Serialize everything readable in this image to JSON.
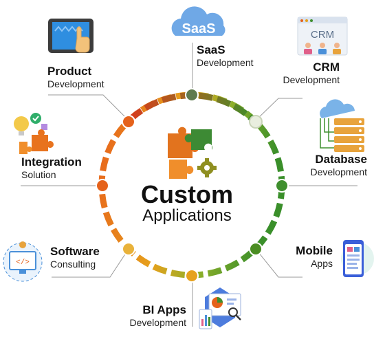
{
  "hub": {
    "title": "Custom",
    "subtitle": "Applications"
  },
  "services": {
    "saas": {
      "title": "SaaS",
      "subtitle": "Development",
      "icon_text": "SaaS"
    },
    "crm": {
      "title": "CRM",
      "subtitle": "Development",
      "icon_text": "CRM"
    },
    "database": {
      "title": "Database",
      "subtitle": "Development"
    },
    "mobile": {
      "title": "Mobile",
      "subtitle": "Apps"
    },
    "bi": {
      "title": "BI Apps",
      "subtitle": "Development"
    },
    "software": {
      "title": "Software",
      "subtitle": "Consulting"
    },
    "integration": {
      "title": "Integration",
      "subtitle": "Solution"
    },
    "product": {
      "title": "Product",
      "subtitle": "Development"
    }
  },
  "icons": [
    "saas-cloud-icon",
    "crm-team-icon",
    "database-server-icon",
    "mobile-phone-icon",
    "bi-dashboard-icon",
    "code-monitor-icon",
    "integration-puzzle-icon",
    "tablet-touch-icon",
    "puzzle-gear-icon"
  ],
  "colors": {
    "ring_orange": "#e8611c",
    "ring_yellow": "#e6a11c",
    "ring_green": "#3a8f2a",
    "node_orange": "#e5621b",
    "node_green": "#3f8f2e",
    "connector": "#9a9a9a"
  }
}
